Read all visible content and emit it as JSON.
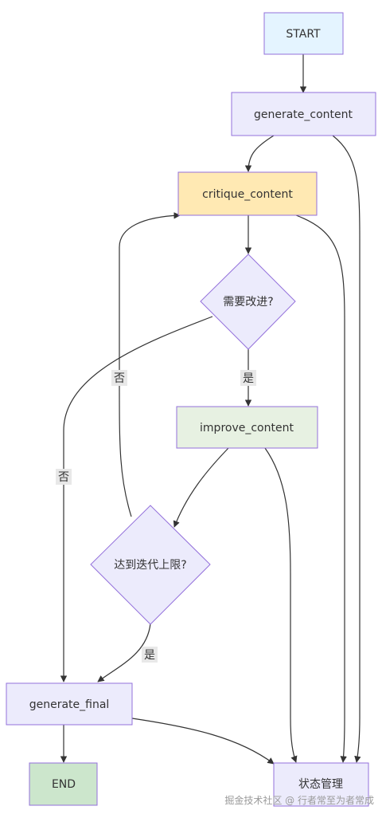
{
  "nodes": {
    "start": {
      "label": "START",
      "fill": "#e4f4ff"
    },
    "generate_content": {
      "label": "generate_content",
      "fill": "#ecebfc"
    },
    "critique_content": {
      "label": "critique_content",
      "fill": "#ffe9b3"
    },
    "need_improve": {
      "label": "需要改进?",
      "fill": "#ecebfc"
    },
    "improve_content": {
      "label": "improve_content",
      "fill": "#e7f1e2"
    },
    "max_iter": {
      "label": "达到迭代上限?",
      "fill": "#ecebfc"
    },
    "generate_final": {
      "label": "generate_final",
      "fill": "#ecebfc"
    },
    "end": {
      "label": "END",
      "fill": "#cce6cc"
    },
    "state_mgmt": {
      "label": "状态管理",
      "fill": "#ecebfc"
    }
  },
  "edge_labels": {
    "need_improve_yes": "是",
    "need_improve_no": "否",
    "max_iter_no": "否",
    "max_iter_yes": "是"
  },
  "watermark": "掘金技术社区 @ 行者常至为者常成",
  "colors": {
    "stroke": "#9370db",
    "edge": "#333333",
    "label_bg": "#e8e8e8"
  }
}
